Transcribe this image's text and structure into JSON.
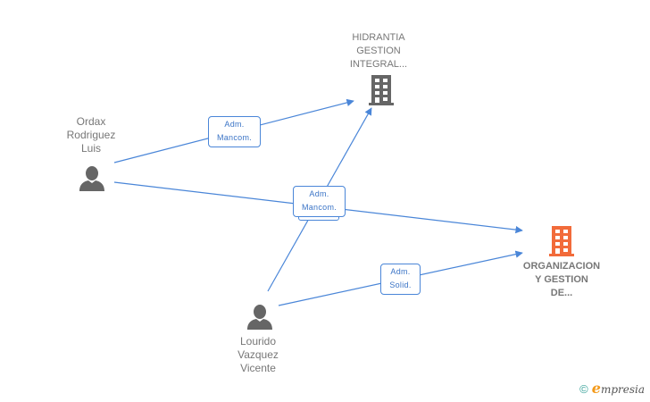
{
  "diagram": {
    "nodes": [
      {
        "id": "ordax",
        "type": "person",
        "label_lines": [
          "Ordax",
          "Rodriguez",
          "Luis"
        ],
        "icon": "person-icon",
        "color": "#666666"
      },
      {
        "id": "lourido",
        "type": "person",
        "label_lines": [
          "Lourido",
          "Vazquez",
          "Vicente"
        ],
        "icon": "person-icon",
        "color": "#666666"
      },
      {
        "id": "hidrantia",
        "type": "company",
        "label_lines": [
          "HIDRANTIA",
          "GESTION",
          "INTEGRAL..."
        ],
        "icon": "building-icon",
        "color": "#666666"
      },
      {
        "id": "organizacion",
        "type": "company",
        "label_lines": [
          "ORGANIZACION",
          "Y GESTION",
          "DE..."
        ],
        "icon": "building-icon",
        "color": "#f26b3a",
        "highlighted": true
      }
    ],
    "edges": [
      {
        "from": "ordax",
        "to": "hidrantia",
        "role": [
          "Adm.",
          "Mancom."
        ]
      },
      {
        "from": "ordax",
        "to": "organizacion",
        "role": [
          "Adm.",
          "Mancom."
        ]
      },
      {
        "from": "lourido",
        "to": "hidrantia",
        "role": [
          "Adm.",
          "Mancom."
        ]
      },
      {
        "from": "lourido",
        "to": "organizacion",
        "role": [
          "Adm.",
          "Solid."
        ]
      }
    ],
    "edge_color": "#4a86d8"
  },
  "footer": {
    "copyright_symbol": "©",
    "brand_initial": "e",
    "brand_rest": "mpresia"
  }
}
